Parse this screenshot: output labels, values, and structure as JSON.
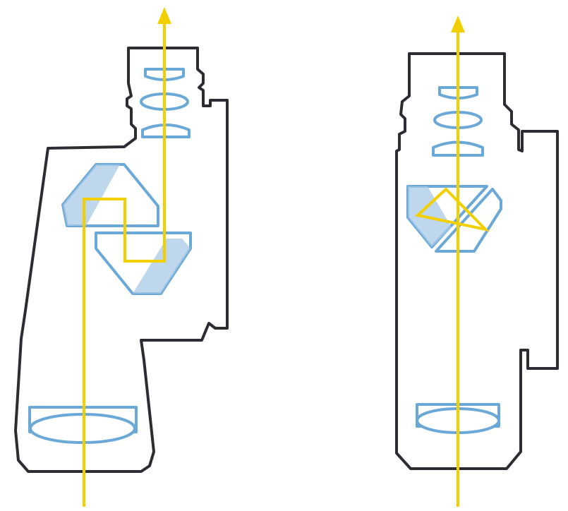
{
  "colors": {
    "housing": "#2b2d33",
    "optic": "#6aa8d8",
    "optic_fill": "#a9c9e7",
    "ray": "#f2d000",
    "background": "#ffffff"
  },
  "diagrams": [
    {
      "id": "porro-prism",
      "elements": [
        "housing",
        "eyepiece-lenses",
        "porro-prism-pair",
        "objective-lens",
        "light-path"
      ]
    },
    {
      "id": "roof-prism",
      "elements": [
        "housing",
        "eyepiece-lenses",
        "roof-prism-pair",
        "objective-lens",
        "light-path"
      ]
    }
  ]
}
